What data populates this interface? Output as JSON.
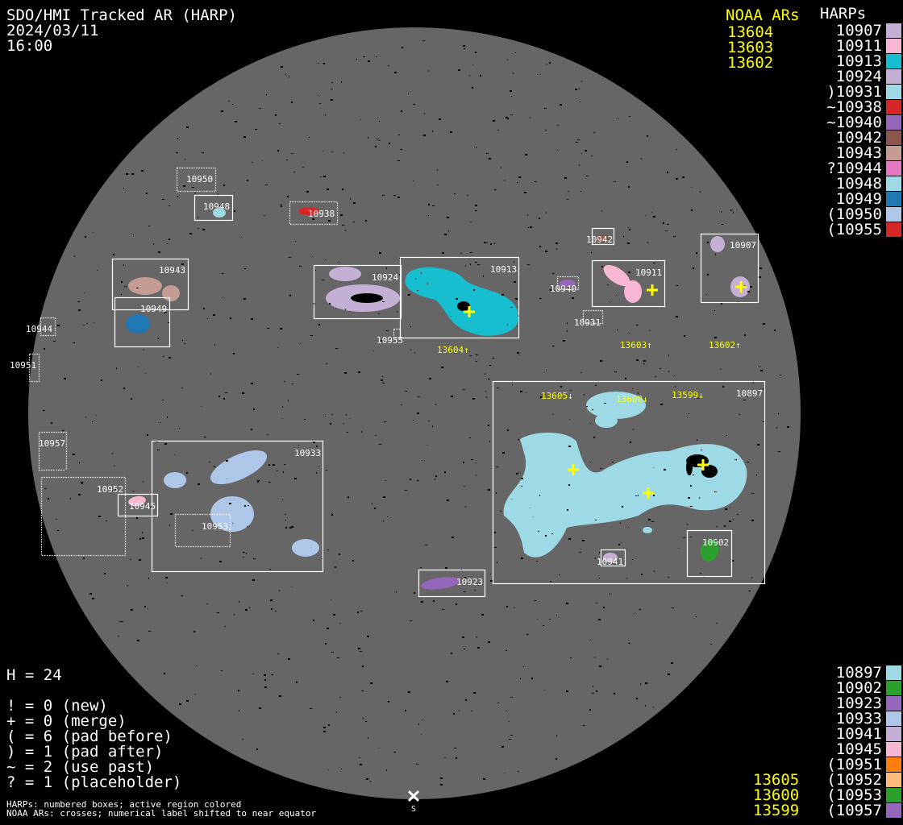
{
  "header": {
    "title": "SDO/HMI Tracked AR (HARP)",
    "date": "2024/03/11",
    "time": "16:00"
  },
  "noaa_header": "NOAA ARs",
  "harps_header": "HARPs",
  "noaa_top": [
    "13604",
    "13603",
    "13602"
  ],
  "noaa_bottom": [
    "13605",
    "13600",
    "13599"
  ],
  "harps_top": [
    {
      "label": "10907",
      "color": "#c5b0d5"
    },
    {
      "label": "10911",
      "color": "#f7b6d2"
    },
    {
      "label": "10913",
      "color": "#17becf"
    },
    {
      "label": "10924",
      "color": "#c5b0d5"
    },
    {
      "label": ")10931",
      "color": "#9edae5"
    },
    {
      "label": "~10938",
      "color": "#d62728"
    },
    {
      "label": "~10940",
      "color": "#9467bd"
    },
    {
      "label": "10942",
      "color": "#8c564b"
    },
    {
      "label": "10943",
      "color": "#c49c94"
    },
    {
      "label": "?10944",
      "color": "#e377c2"
    },
    {
      "label": "10948",
      "color": "#9edae5"
    },
    {
      "label": "10949",
      "color": "#1f77b4"
    },
    {
      "label": "(10950",
      "color": "#aec7e8"
    },
    {
      "label": "(10955",
      "color": "#d62728"
    }
  ],
  "harps_bottom": [
    {
      "label": "10897",
      "color": "#9edae5"
    },
    {
      "label": "10902",
      "color": "#2ca02c"
    },
    {
      "label": "10923",
      "color": "#9467bd"
    },
    {
      "label": "10933",
      "color": "#aec7e8"
    },
    {
      "label": "10941",
      "color": "#c5b0d5"
    },
    {
      "label": "10945",
      "color": "#f7b6d2"
    },
    {
      "label": "(10951",
      "color": "#ff7f0e"
    },
    {
      "label": "(10952",
      "color": "#ffbb78"
    },
    {
      "label": "(10953",
      "color": "#2ca02c"
    },
    {
      "label": "(10957",
      "color": "#9467bd"
    }
  ],
  "stats": {
    "h": "H = 24",
    "lines": [
      "! = 0 (new)",
      "+ = 0 (merge)",
      "( = 6 (pad before)",
      ") = 1 (pad after)",
      "~ = 2 (use past)",
      "? = 1 (placeholder)"
    ]
  },
  "footnote": [
    "HARPs: numbered boxes; active region colored",
    "NOAA ARs: crosses; numerical label shifted to near equator"
  ],
  "disk": {
    "color": "#666666",
    "south_label": "S"
  },
  "regions": [
    {
      "id": "10907",
      "style": "solid",
      "color": "#c5b0d5"
    },
    {
      "id": "10911",
      "style": "solid",
      "color": "#f7b6d2"
    },
    {
      "id": "10913",
      "style": "solid",
      "color": "#17becf"
    },
    {
      "id": "10924",
      "style": "solid",
      "color": "#c5b0d5"
    },
    {
      "id": "10931",
      "style": "dotted",
      "color": "#9edae5"
    },
    {
      "id": "10938",
      "style": "dotted",
      "color": "#d62728"
    },
    {
      "id": "10940",
      "style": "dotted",
      "color": "#9467bd"
    },
    {
      "id": "10942",
      "style": "solid",
      "color": "#8c564b"
    },
    {
      "id": "10943",
      "style": "solid",
      "color": "#c49c94"
    },
    {
      "id": "10944",
      "style": "dotted",
      "color": "#e377c2"
    },
    {
      "id": "10948",
      "style": "solid",
      "color": "#9edae5"
    },
    {
      "id": "10949",
      "style": "solid",
      "color": "#1f77b4"
    },
    {
      "id": "10950",
      "style": "dotted",
      "color": "#aec7e8"
    },
    {
      "id": "10955",
      "style": "dotted",
      "color": "#d62728"
    },
    {
      "id": "10897",
      "style": "solid",
      "color": "#9edae5"
    },
    {
      "id": "10902",
      "style": "solid",
      "color": "#2ca02c"
    },
    {
      "id": "10923",
      "style": "solid",
      "color": "#9467bd"
    },
    {
      "id": "10933",
      "style": "solid",
      "color": "#aec7e8"
    },
    {
      "id": "10941",
      "style": "solid",
      "color": "#c5b0d5"
    },
    {
      "id": "10945",
      "style": "solid",
      "color": "#f7b6d2"
    },
    {
      "id": "10951",
      "style": "dotted",
      "color": "#ff7f0e"
    },
    {
      "id": "10952",
      "style": "dotted",
      "color": "#ffbb78"
    },
    {
      "id": "10953",
      "style": "dotted",
      "color": "#2ca02c"
    },
    {
      "id": "10957",
      "style": "dotted",
      "color": "#9467bd"
    }
  ],
  "noaa_markers": [
    {
      "id": "13604",
      "label": "13604↑"
    },
    {
      "id": "13603",
      "label": "13603↑"
    },
    {
      "id": "13602",
      "label": "13602↑"
    },
    {
      "id": "13605",
      "label": "13605↓"
    },
    {
      "id": "13600",
      "label": "13600↓"
    },
    {
      "id": "13599",
      "label": "13599↓"
    }
  ]
}
